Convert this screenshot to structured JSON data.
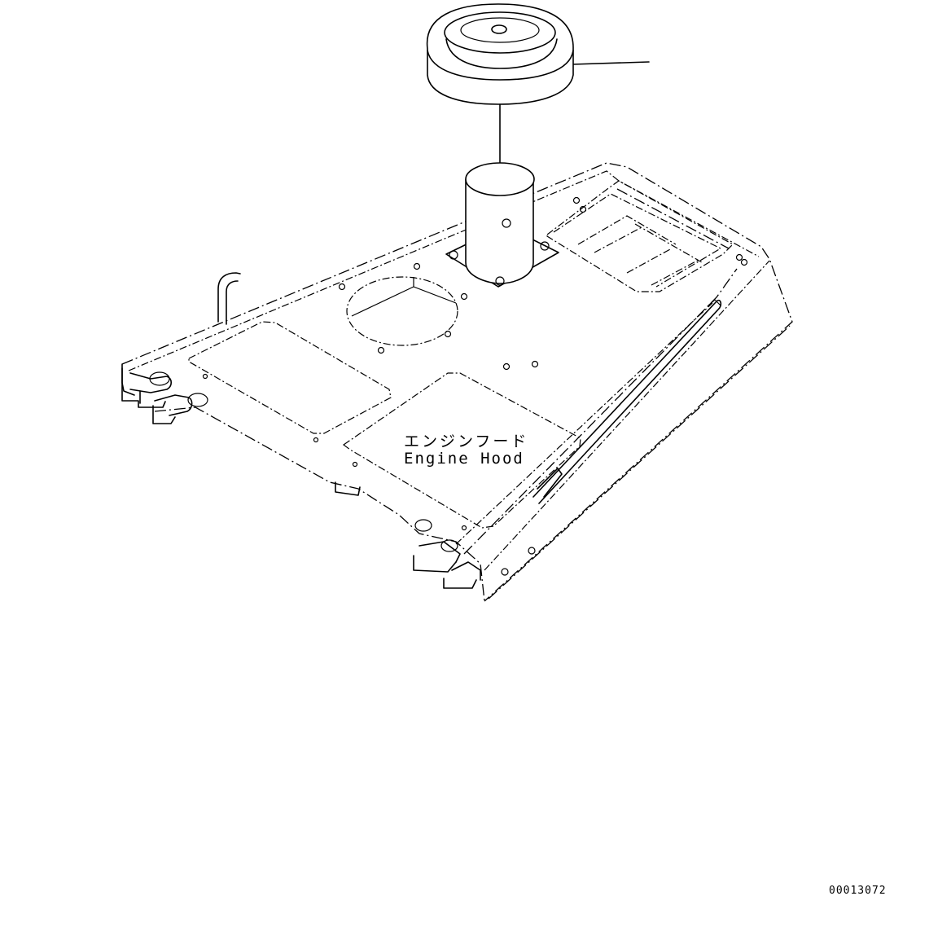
{
  "diagram": {
    "label_japanese": "エンジンフード",
    "label_english": "Engine Hood",
    "drawing_number": "00013072",
    "components": [
      "muffler-cap",
      "exhaust-pipe",
      "engine-hood-panel"
    ]
  }
}
